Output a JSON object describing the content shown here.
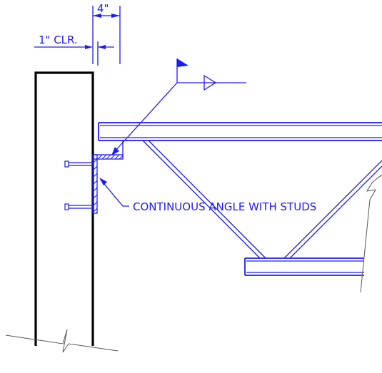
{
  "dimensions": {
    "overall": "4\"",
    "clearance": "1\" CLR."
  },
  "callout": {
    "label": "CONTINUOUS ANGLE WITH STUDS"
  },
  "colors": {
    "linework": "#1a1aff",
    "wall": "#000000",
    "break_lines": "#555555",
    "background": "#ffffff"
  }
}
